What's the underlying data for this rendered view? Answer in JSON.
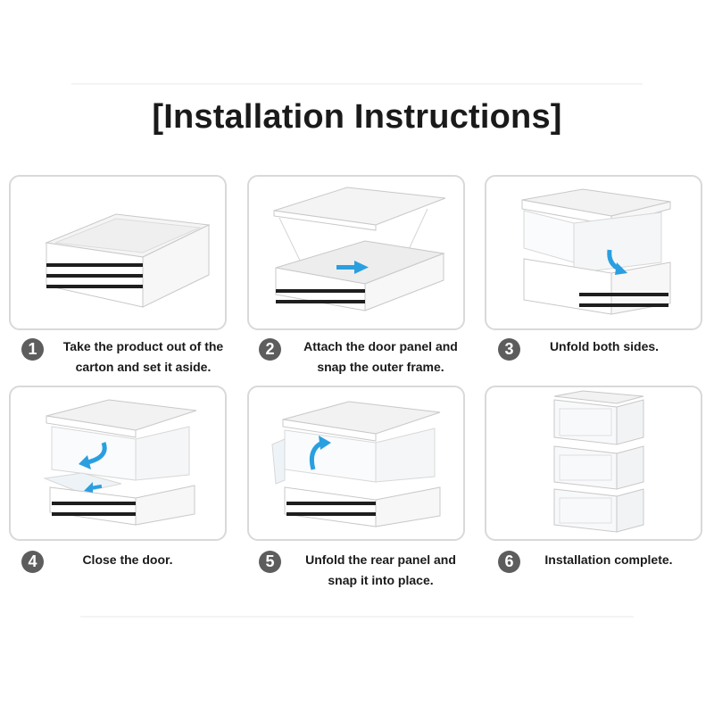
{
  "title": "[Installation Instructions]",
  "steps": [
    {
      "number": "1",
      "text": "Take the product out of the carton and set it aside."
    },
    {
      "number": "2",
      "text": "Attach the door panel and snap the outer frame."
    },
    {
      "number": "3",
      "text": "Unfold both sides."
    },
    {
      "number": "4",
      "text": "Close the door."
    },
    {
      "number": "5",
      "text": "Unfold the rear panel and snap it into place."
    },
    {
      "number": "6",
      "text": "Installation complete."
    }
  ],
  "colors": {
    "arrow": "#2a9fe0",
    "badge": "#5d5d5d",
    "card_border": "#d9d9d9",
    "slot": "#1e1e1e"
  }
}
